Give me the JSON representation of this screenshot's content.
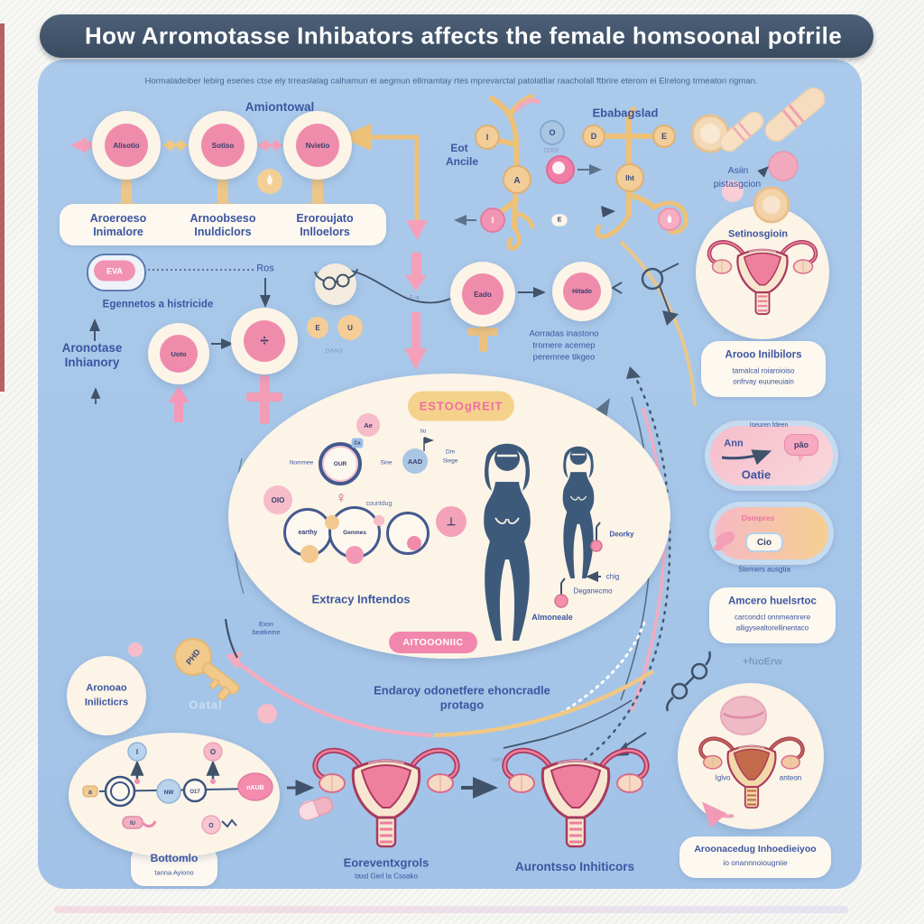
{
  "colors": {
    "panel_blue": "#a5c6e8",
    "title_navy": "#41536a",
    "cream": "#fbf4e7",
    "text_blue": "#3c55a0",
    "pink": "#f08cab",
    "pink_light": "#f6bcca",
    "yellow": "#f0c783",
    "maroon": "#a93a5e",
    "badge_pink": "#f287ad"
  },
  "header": {
    "title": "How Arromotasse Inhibators affects the female homsoonal pofrile"
  },
  "subtitle": "Hormaladeiber lebirg eseries ctse ely trreaslalag calhamun ei aegmun ellmamtay rtes mprevarctal patolatliar raacholall ftbrire eterom ei Elrelong trmeaton rigman.",
  "top_left": {
    "aromatase_label": "Amiontowal",
    "circles": [
      "Alisotio",
      "Sotiso",
      "Nvietio"
    ],
    "columns": [
      [
        "Aroeroeso",
        "Inimalore"
      ],
      [
        "Arnoobseso",
        "Inuldiclors"
      ],
      [
        "Eroroujato",
        "Inlloelors"
      ]
    ]
  },
  "top_middle": {
    "eot": "Eot",
    "ancile": "Ancile",
    "estradiol_label": "Ebabagslad",
    "node_i": "I",
    "node_a": "A",
    "node_i2": "I",
    "node_d": "D",
    "node_e2": "E",
    "node_iht": "Iht",
    "blue_o": "O",
    "cder": "CDER",
    "chip_e": "E"
  },
  "top_right": {
    "asiin": "Asiin",
    "pistasgcion": "pistasgcion",
    "circle_label": "Setinosgioin",
    "box_title": "Arooo Inilbilors",
    "box_line2": "tamalcal roiaroioiso",
    "box_line3": "onfrvay euuneuiain"
  },
  "left_middle": {
    "pill": "EVA",
    "ros": "Ros",
    "exemestane": "Egennetos a histricide",
    "inhib1": "Aronotase",
    "inhib2": "Inhianory",
    "uoto": "Uoto",
    "divide": "÷",
    "tiny": "E–a",
    "node_e": "E",
    "node_u": "U",
    "daao": "DAAO",
    "eado": "Eado",
    "hitado": "Hitado",
    "reduce1": "Aorradas inastono",
    "reduce2": "tromere acemep",
    "reduce3": "peremree tikgeo"
  },
  "center": {
    "badge": "ESTOOgREIT",
    "ring": "OUR",
    "ae": "Ae",
    "ca": "Ca",
    "nommee": "Nommee",
    "sine": "Sine",
    "female": "♀",
    "oio": "OIO",
    "earthy": "earthy",
    "genmes": "Genmes",
    "aad": "AAD",
    "iio": "Iio",
    "perp": "⊥",
    "countdug": "countdug",
    "extracy": "Extracy Inftendos",
    "androgenic": "AITOOONIIC",
    "dm": "Dm",
    "siege": "Siege",
    "deorky": "Deorky",
    "chig": "chig",
    "deganecmo": "Deganecmo",
    "almoneale": "Almoneale",
    "cap1": "Endaroy odonetfere ehoncradle",
    "cap2": "protago"
  },
  "right_col": {
    "ovary_top": "Iseuren fdeen",
    "ann": "Ann",
    "pao": "pão",
    "oatie": "Oatie",
    "cio_top": "Osmpres",
    "cio": "Cio",
    "cio_bottom": "Stemers ausgtia",
    "box2_title": "Amcero huelsrtoc",
    "box2_line2": "carcondcl onnmeanrere",
    "box2_line3": "alligysealtorellinentaco",
    "fuo": "+fuoErw",
    "cycle_left": "Iglvo",
    "cycle_right": "anteon",
    "bottom_title": "Aroonacedug Inhoedieiyoo",
    "bottom_line2": "io onannnoiougniie"
  },
  "bottom_left": {
    "circle1": "Aronoao",
    "circle2": "Inilicticrs",
    "key": "PHD",
    "ghost": "Oatal",
    "note1": "Exon",
    "note2": "beatkeme",
    "a": "a",
    "nw": "NW",
    "o17": "O17",
    "i": "I",
    "o_top": "O",
    "naub": "nAUB",
    "iu": "IU",
    "o_bot": "O",
    "tab1": "Bottomlo",
    "tab2": "tanna Ayiono"
  },
  "bottom_center": {
    "cyto": "cyto",
    "u1_title": "Eoreventxgrols",
    "u1_sub": "taxd Gerl la Cssako",
    "u2_title": "Aurontsso Inhiticors"
  }
}
